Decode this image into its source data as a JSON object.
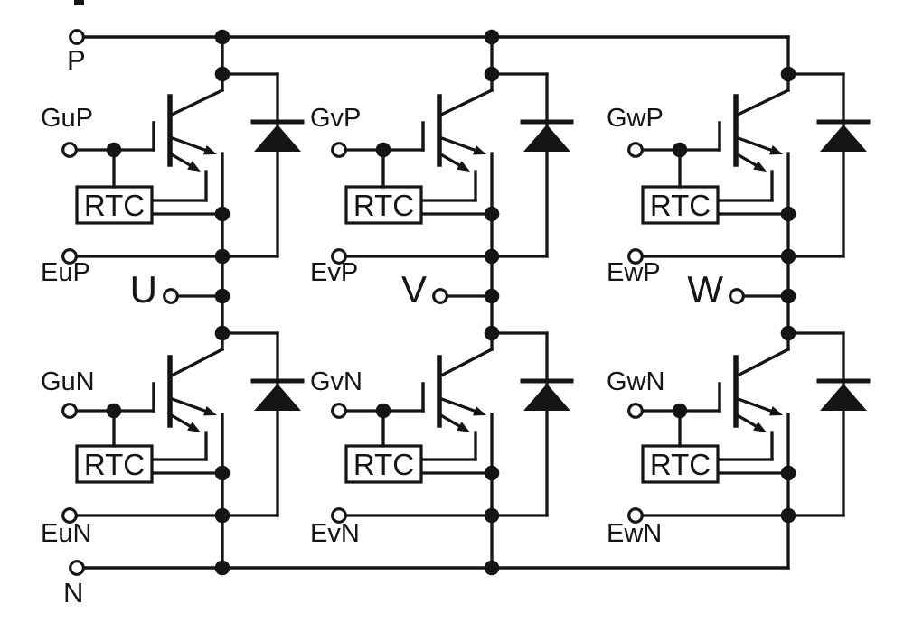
{
  "diagram": {
    "kind": "three-phase-igbt-inverter-equivalent-circuit",
    "background_color": "#ffffff",
    "ink_color": "#151515",
    "rtc_label": "RTC",
    "rails": {
      "positive_label": "P",
      "negative_label": "N"
    },
    "phases": [
      {
        "output": "U",
        "upper": {
          "gate": "GuP",
          "emitter": "EuP"
        },
        "lower": {
          "gate": "GuN",
          "emitter": "EuN"
        }
      },
      {
        "output": "V",
        "upper": {
          "gate": "GvP",
          "emitter": "EvP"
        },
        "lower": {
          "gate": "GvN",
          "emitter": "EvN"
        }
      },
      {
        "output": "W",
        "upper": {
          "gate": "GwP",
          "emitter": "EwP"
        },
        "lower": {
          "gate": "GwN",
          "emitter": "EwN"
        }
      }
    ]
  }
}
